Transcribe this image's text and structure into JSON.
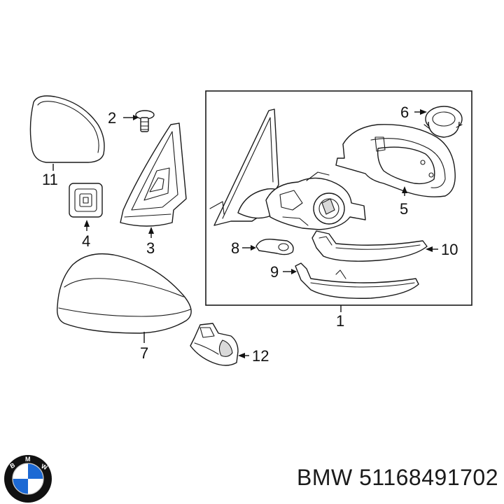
{
  "callouts": {
    "p1": "1",
    "p2": "2",
    "p3": "3",
    "p4": "4",
    "p5": "5",
    "p6": "6",
    "p7": "7",
    "p8": "8",
    "p9": "9",
    "p10": "10",
    "p11": "11",
    "p12": "12"
  },
  "brand": {
    "name": "BMW",
    "part_number": "BMW 51168491702",
    "logo_icon": "bmw-roundel-icon"
  },
  "colors": {
    "line": "#1a1a1a",
    "logo_blue": "#1c69d4",
    "logo_ring": "#111111"
  }
}
